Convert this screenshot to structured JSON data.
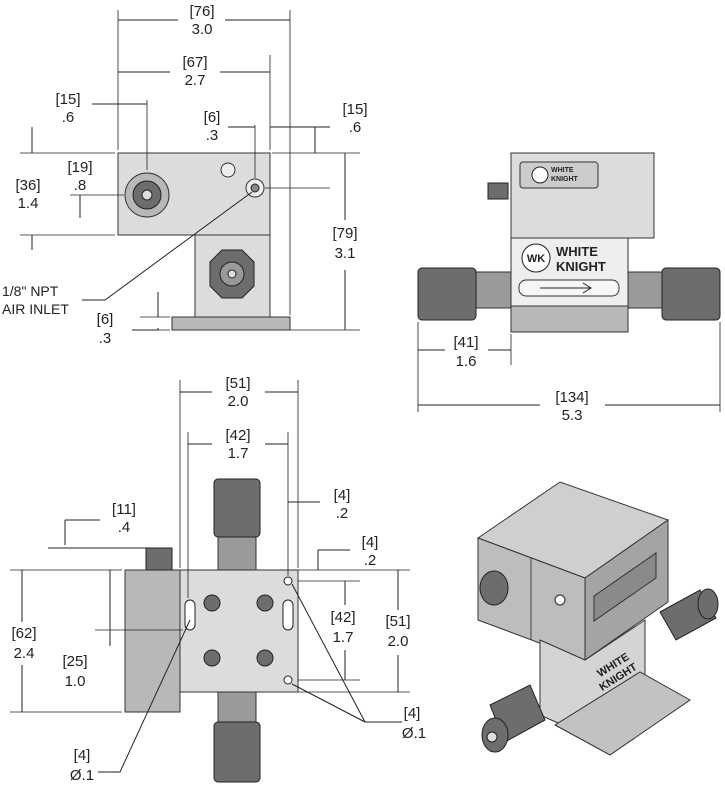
{
  "dimensions": {
    "top_overall_width": {
      "mm": "[76]",
      "in": "3.0"
    },
    "top_body_width": {
      "mm": "[67]",
      "in": "2.7"
    },
    "top_port_offset": {
      "mm": "[15]",
      "in": ".6"
    },
    "top_inlet_offset": {
      "mm": "[6]",
      "in": ".3"
    },
    "top_right_offset": {
      "mm": "[15]",
      "in": ".6"
    },
    "top_port_height": {
      "mm": "[19]",
      "in": ".8"
    },
    "top_body_height": {
      "mm": "[36]",
      "in": "1.4"
    },
    "top_overall_height": {
      "mm": "[79]",
      "in": "3.1"
    },
    "top_base_thickness": {
      "mm": "[6]",
      "in": ".3"
    },
    "side_fitting_offset": {
      "mm": "[41]",
      "in": "1.6"
    },
    "side_overall_length": {
      "mm": "[134]",
      "in": "5.3"
    },
    "front_overall_width": {
      "mm": "[51]",
      "in": "2.0"
    },
    "front_hole_spacing_x": {
      "mm": "[42]",
      "in": "1.7"
    },
    "front_connector_offset": {
      "mm": "[11]",
      "in": ".4"
    },
    "front_edge_offset_x": {
      "mm": "[4]",
      "in": ".2"
    },
    "front_edge_offset_y": {
      "mm": "[4]",
      "in": ".2"
    },
    "front_overall_height": {
      "mm": "[62]",
      "in": "2.4"
    },
    "front_center_height": {
      "mm": "[25]",
      "in": "1.0"
    },
    "front_hole_spacing_y": {
      "mm": "[42]",
      "in": "1.7"
    },
    "front_base_height": {
      "mm": "[51]",
      "in": "2.0"
    },
    "hole_dia_right": {
      "mm": "[4]",
      "in": "Ø.1"
    },
    "hole_dia_left": {
      "mm": "[4]",
      "in": "Ø.1"
    }
  },
  "callout": {
    "line1": "1/8\" NPT",
    "line2": "AIR INLET"
  },
  "brand": {
    "monogram": "WK",
    "line1": "WHITE",
    "line2": "KNIGHT"
  },
  "colors": {
    "line": "#222222",
    "body": "#dcdcdc",
    "shadow": "#b8b8b8",
    "knob": "#6d6d6d"
  }
}
